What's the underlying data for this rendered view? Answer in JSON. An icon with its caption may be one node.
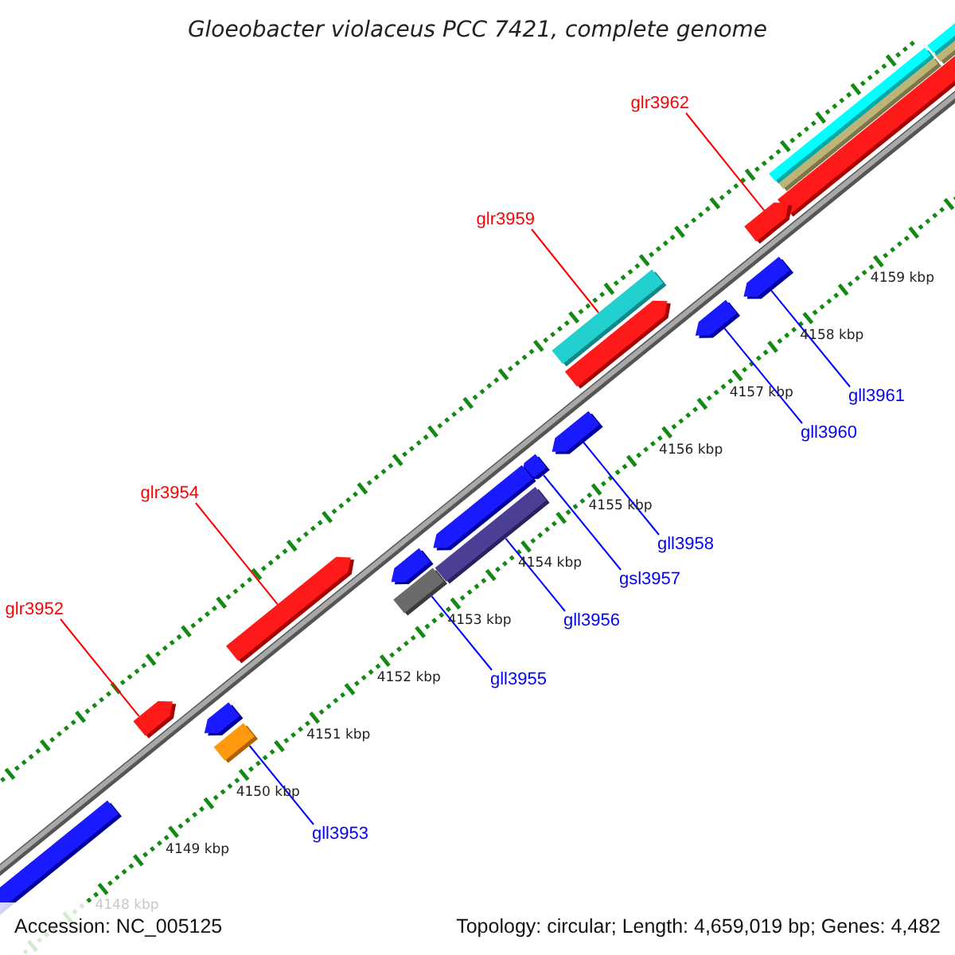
{
  "diagram": {
    "title": "Gloeobacter violaceus PCC 7421, complete genome",
    "nodes": [
      {
        "text": [
          "glr3962"
        ]
      },
      {
        "text": [],
        "shape": "bar"
      },
      {
        "text": [
          "glr3959"
        ]
      },
      {
        "text": [],
        "shape": "bar"
      },
      {
        "text": [
          "gll3961"
        ]
      },
      {
        "text": [],
        "shape": "bar"
      },
      {
        "text": [
          "gll3960"
        ]
      },
      {
        "text": [],
        "shape": "bar"
      },
      {
        "text": [
          "gll3958"
        ]
      },
      {
        "text": [],
        "shape": "bar"
      },
      {
        "text": [
          "gsl3957"
        ]
      },
      {
        "text": [],
        "shape": "bar"
      },
      {
        "text": [
          "glr3954"
        ]
      },
      {
        "text": [],
        "shape": "bar"
      },
      {
        "text": [
          "gll3956"
        ]
      },
      {
        "text": [],
        "shape": "bar"
      },
      {
        "text": [
          "glr3952"
        ]
      },
      {
        "text": [],
        "shape": "bar"
      },
      {
        "text": [
          "gll3955"
        ]
      },
      {
        "text": [],
        "shape": "bar"
      },
      {
        "text": [
          "gll3953"
        ]
      },
      {
        "text": [],
        "shape": "bar"
      }
    ],
    "edges": [
      {
        "from": 0,
        "to": 1,
        "arrow": "none",
        "color": "#ff0000"
      },
      {
        "from": 2,
        "to": 3,
        "arrow": "none",
        "color": "#ff0000"
      },
      {
        "from": 4,
        "to": 5,
        "arrow": "none",
        "color": "#0000ff"
      },
      {
        "from": 6,
        "to": 7,
        "arrow": "none",
        "color": "#0000ff"
      },
      {
        "from": 8,
        "to": 9,
        "arrow": "none",
        "color": "#0000ff"
      },
      {
        "from": 10,
        "to": 11,
        "arrow": "none",
        "color": "#0000ff"
      },
      {
        "from": 12,
        "to": 13,
        "arrow": "none",
        "color": "#ff0000"
      },
      {
        "from": 14,
        "to": 15,
        "arrow": "none",
        "color": "#0000ff"
      },
      {
        "from": 16,
        "to": 17,
        "arrow": "none",
        "color": "#ff0000"
      },
      {
        "from": 18,
        "to": 19,
        "arrow": "none",
        "color": "#0000ff"
      },
      {
        "from": 20,
        "to": 21,
        "arrow": "none",
        "color": "#0000ff"
      }
    ],
    "labels": [
      "4159 kbp",
      "4158 kbp",
      "4157 kbp",
      "4156 kbp",
      "4155 kbp",
      "4154 kbp",
      "4153 kbp",
      "4152 kbp",
      "4151 kbp",
      "4150 kbp",
      "4149 kbp",
      "4148 kbp",
      "Accession: NC_005125",
      "Topology: circular; Length: 4,659,019 bp; Genes: 4,482"
    ]
  }
}
